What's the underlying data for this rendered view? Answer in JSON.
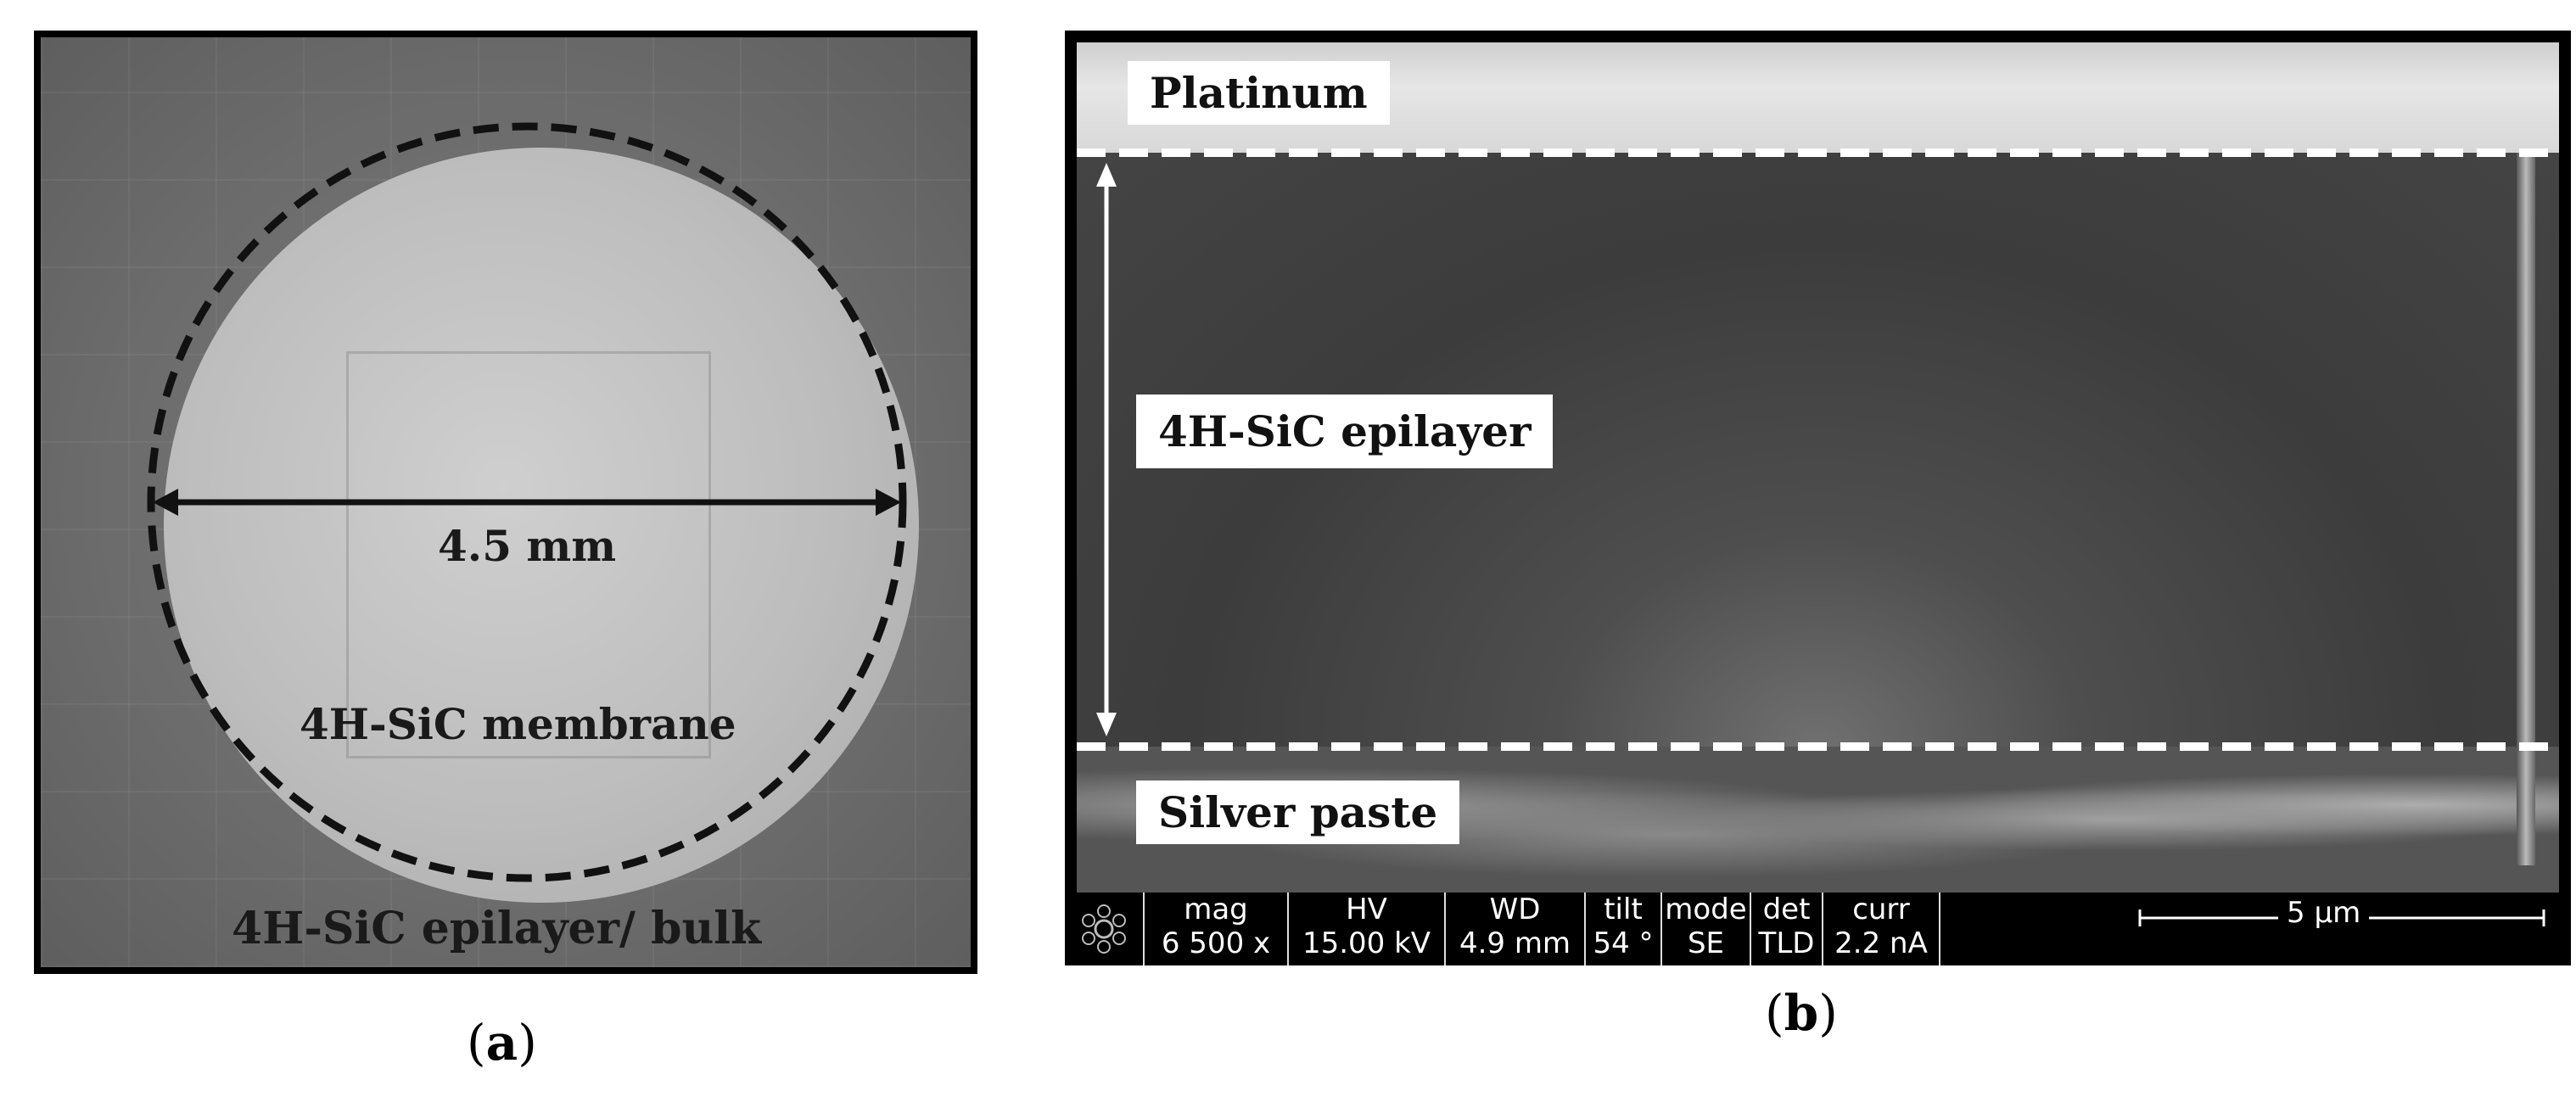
{
  "panel_a": {
    "diameter_label": "4.5 mm",
    "membrane_label": "4H-SiC membrane",
    "bulk_label": "4H-SiC epilayer/ bulk",
    "caption_open": "(",
    "caption_letter": "a",
    "caption_close": ")"
  },
  "panel_b": {
    "top_layer_label": "Platinum",
    "middle_layer_label": "4H-SiC epilayer",
    "bottom_layer_label": "Silver paste",
    "info_bar": {
      "columns": [
        {
          "header": "mag",
          "value": "6 500 x"
        },
        {
          "header": "HV",
          "value": "15.00 kV"
        },
        {
          "header": "WD",
          "value": "4.9 mm"
        },
        {
          "header": "tilt",
          "value": "54 °"
        },
        {
          "header": "mode",
          "value": "SE"
        },
        {
          "header": "det",
          "value": "TLD"
        },
        {
          "header": "curr",
          "value": "2.2 nA"
        }
      ],
      "scale_bar_label": "5 µm"
    },
    "caption_open": "(",
    "caption_letter": "b",
    "caption_close": ")"
  }
}
